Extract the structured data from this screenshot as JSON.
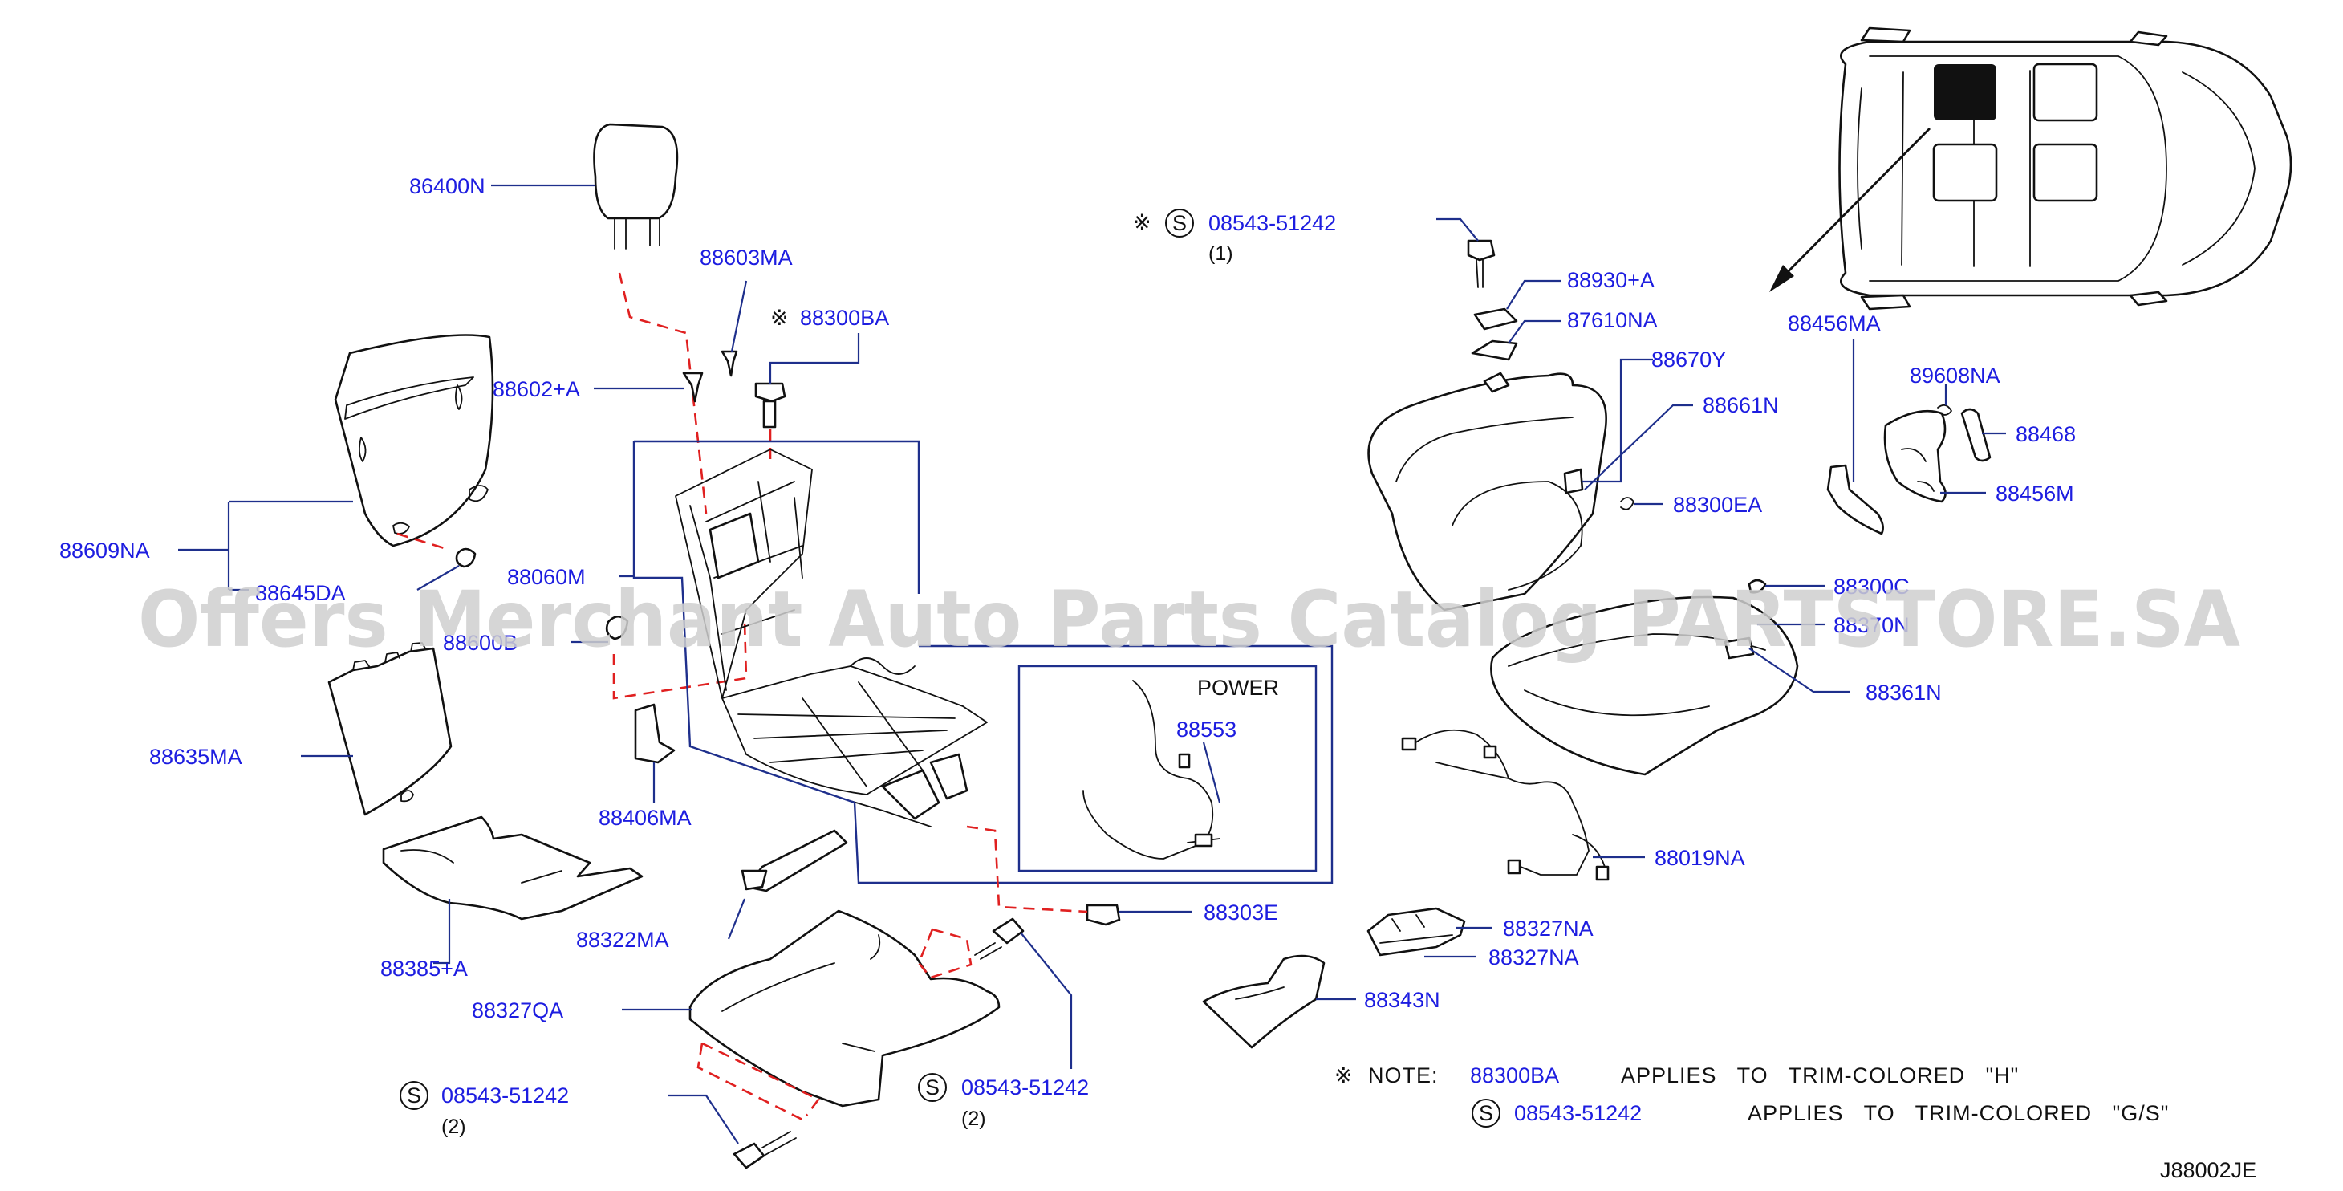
{
  "diagram": {
    "code": "J88002JE",
    "watermark": "Offers Merchant Auto Parts Catalog PARTSTORE.SA",
    "power_box_label": "POWER",
    "screw_symbol": "S",
    "note_mark": "※",
    "parts": {
      "p86400N": "86400N",
      "p88603MA": "88603MA",
      "p88300BA": "88300BA",
      "p88602A": "88602+A",
      "p88609NA": "88609NA",
      "p88645DA": "88645DA",
      "p88060M": "88060M",
      "p88600B": "88600B",
      "p88635MA": "88635MA",
      "p88406MA": "88406MA",
      "p88553": "88553",
      "p88385A": "88385+A",
      "p88322MA": "88322MA",
      "p88303E": "88303E",
      "p88327QA": "88327QA",
      "p08543_left": "08543-51242",
      "p08543_mid": "08543-51242",
      "p08543_top": "08543-51242",
      "p88930A": "88930+A",
      "p87610NA": "87610NA",
      "p88670Y": "88670Y",
      "p88661N": "88661N",
      "p88300EA": "88300EA",
      "p88300C": "88300C",
      "p88370N": "88370N",
      "p88361N": "88361N",
      "p88019NA": "88019NA",
      "p88327NA_a": "88327NA",
      "p88327NA_b": "88327NA",
      "p88343N": "88343N",
      "p88456MA": "88456MA",
      "p89608NA": "89608NA",
      "p88468": "88468",
      "p88456M": "88456M"
    },
    "quantities": {
      "q_top": "(1)",
      "q_left": "(2)",
      "q_mid": "(2)"
    },
    "note": {
      "prefix": "NOTE:",
      "line1_part": "88300BA",
      "line1_text": "APPLIES   TO   TRIM-COLORED   \"H\"",
      "line2_part": "08543-51242",
      "line2_text": "APPLIES   TO   TRIM-COLORED   \"G/S\""
    }
  }
}
